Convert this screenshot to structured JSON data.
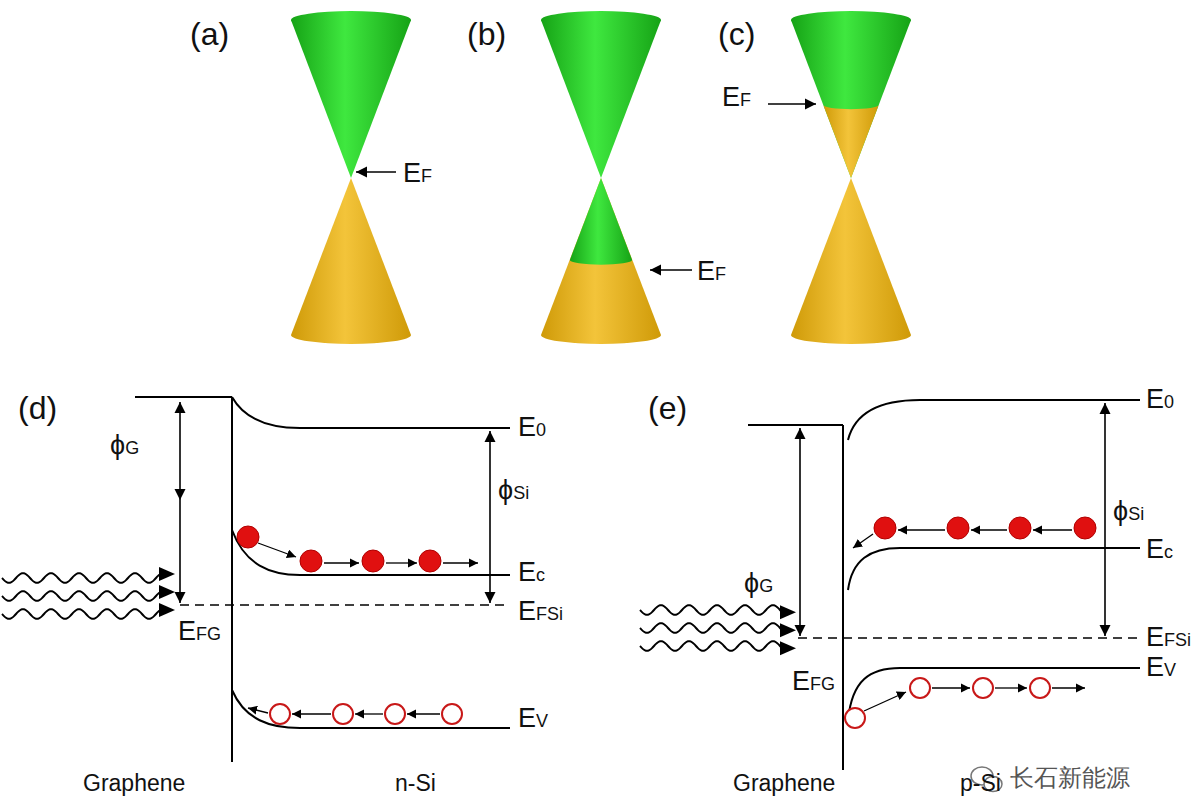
{
  "diagram": {
    "labels": [
      "(a)",
      "(b)",
      "(c)",
      "EF",
      "EF",
      "EF",
      "(d)",
      "ϕG",
      "E0",
      "ϕSi",
      "Ec",
      "EFSi",
      "EFG",
      "EV",
      "Graphene",
      "n-Si",
      "(e)",
      "E0",
      "ϕG",
      "ϕSi",
      "Ec",
      "EFSi",
      "EFG",
      "EV",
      "Graphene",
      "p-Si",
      "长石新能源"
    ]
  }
}
